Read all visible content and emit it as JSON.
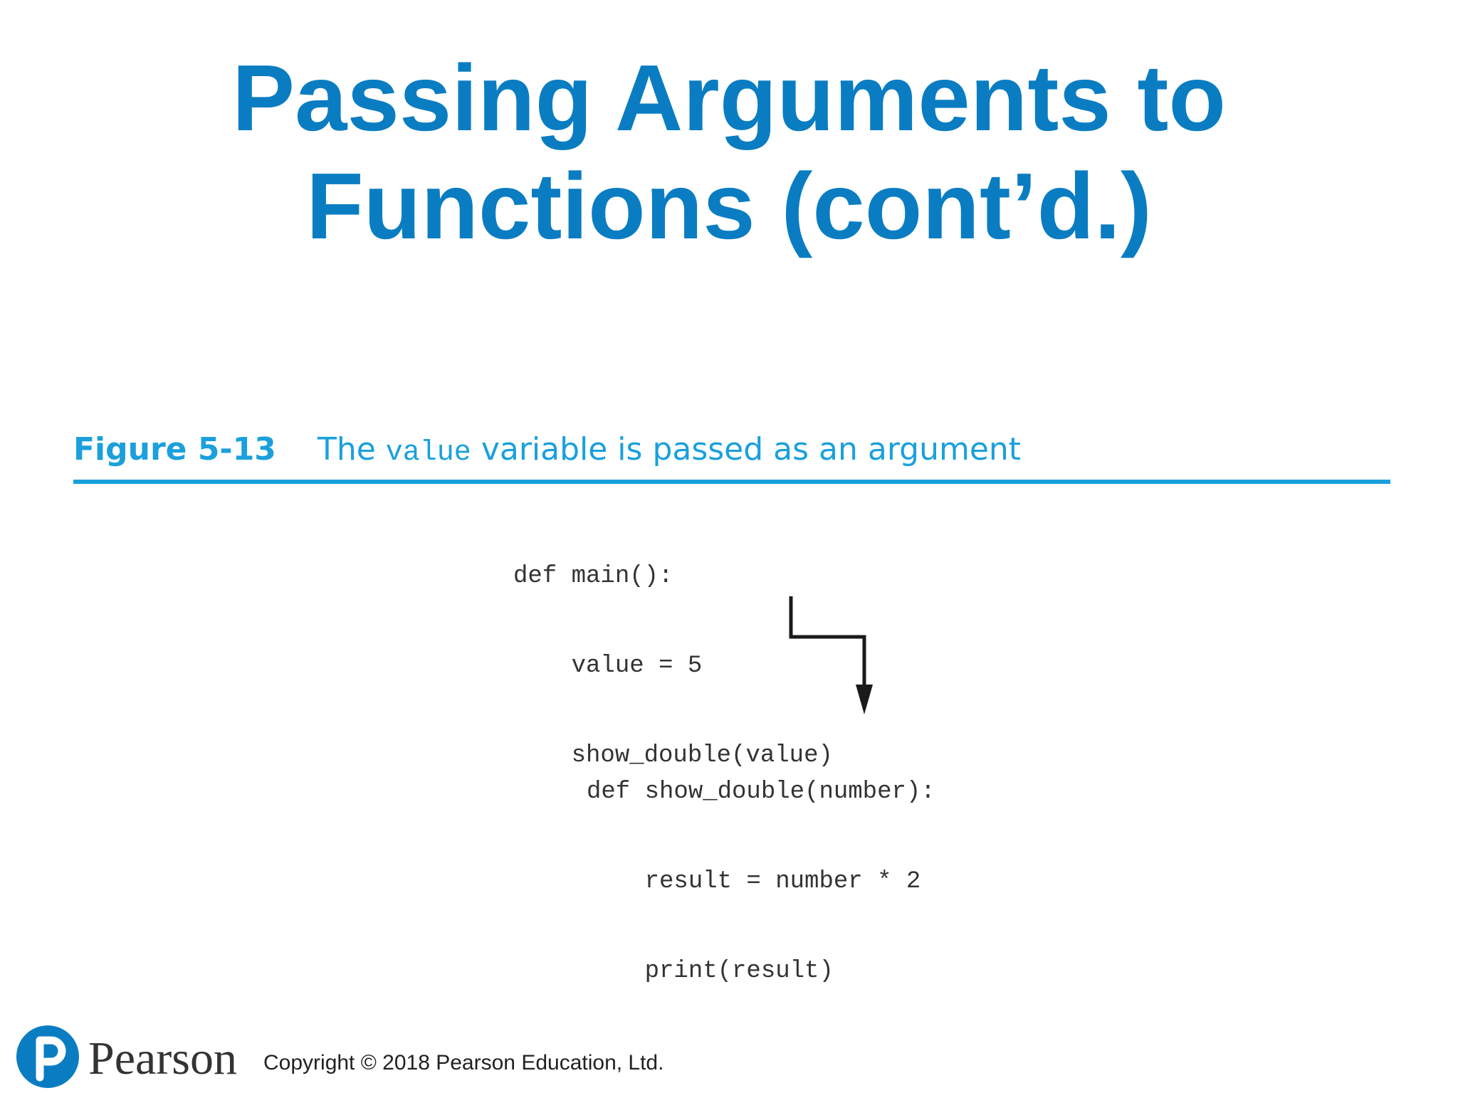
{
  "title": {
    "line1": "Passing Arguments to",
    "line2": "Functions (cont’d.)"
  },
  "figure": {
    "number": "Figure 5-13",
    "caption_before": "The",
    "caption_code": "value",
    "caption_after": "variable is passed as an argument"
  },
  "code_caller": [
    "def main():",
    "    value = 5",
    "    show_double(value)"
  ],
  "code_callee": [
    "def show_double(number):",
    "    result = number * 2",
    "    print(result)"
  ],
  "footer": {
    "brand": "Pearson",
    "copyright": "Copyright © 2018 Pearson Education, Ltd."
  },
  "colors": {
    "title": "#0a7dc2",
    "figure_accent": "#1aa0dc",
    "logo": "#0a7dc2"
  },
  "icons": {
    "logo": "pearson-p-logo-icon",
    "arrow": "down-arrow-icon"
  }
}
